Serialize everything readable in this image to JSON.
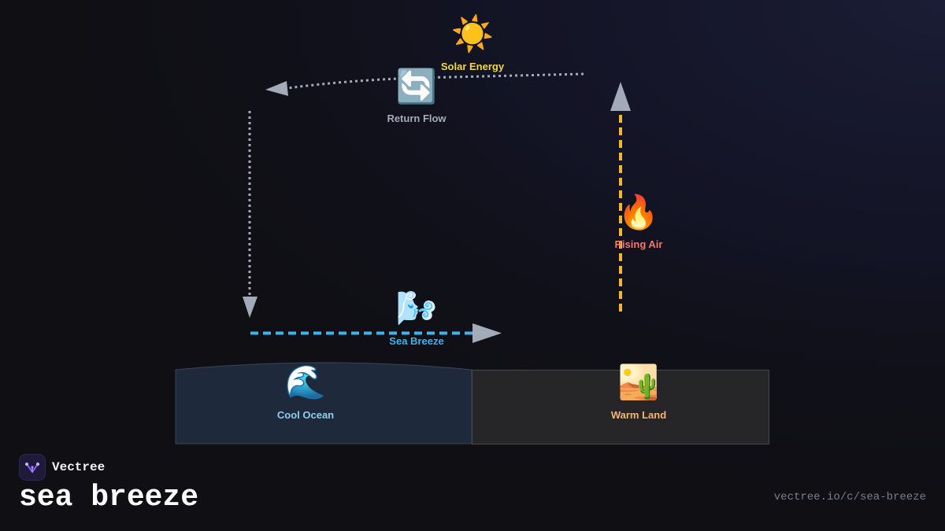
{
  "diagram": {
    "nodes": {
      "solar_energy": {
        "label": "Solar Energy",
        "icon": "sun-icon",
        "glyph": "☀️",
        "color": "#f5d547"
      },
      "return_flow": {
        "label": "Return Flow",
        "icon": "counterclockwise-arrows-icon",
        "glyph": "🔄",
        "color": "#a3aab8"
      },
      "rising_air": {
        "label": "Rising Air",
        "icon": "fire-icon",
        "glyph": "🔥",
        "color": "#f07a6a"
      },
      "sea_breeze": {
        "label": "Sea Breeze",
        "icon": "wind-face-icon",
        "glyph": "🌬️",
        "color": "#3db4f0"
      },
      "cool_ocean": {
        "label": "Cool Ocean",
        "icon": "water-wave-icon",
        "glyph": "🌊",
        "color": "#8fcdf5"
      },
      "warm_land": {
        "label": "Warm Land",
        "icon": "desert-icon",
        "glyph": "🏜️",
        "color": "#f5b470"
      }
    },
    "colors": {
      "background": "#0f0f14",
      "ocean_fill": "#1e2a3c",
      "land_fill": "#262628",
      "return_arrow": "#a3aab8",
      "rising_arrow": "#f5b731",
      "breeze_arrow": "#3db4f0"
    }
  },
  "branding": {
    "logo_icon": "vectree-logo-icon",
    "name": "Vectree",
    "title": "sea breeze",
    "url": "vectree.io/c/sea-breeze"
  }
}
